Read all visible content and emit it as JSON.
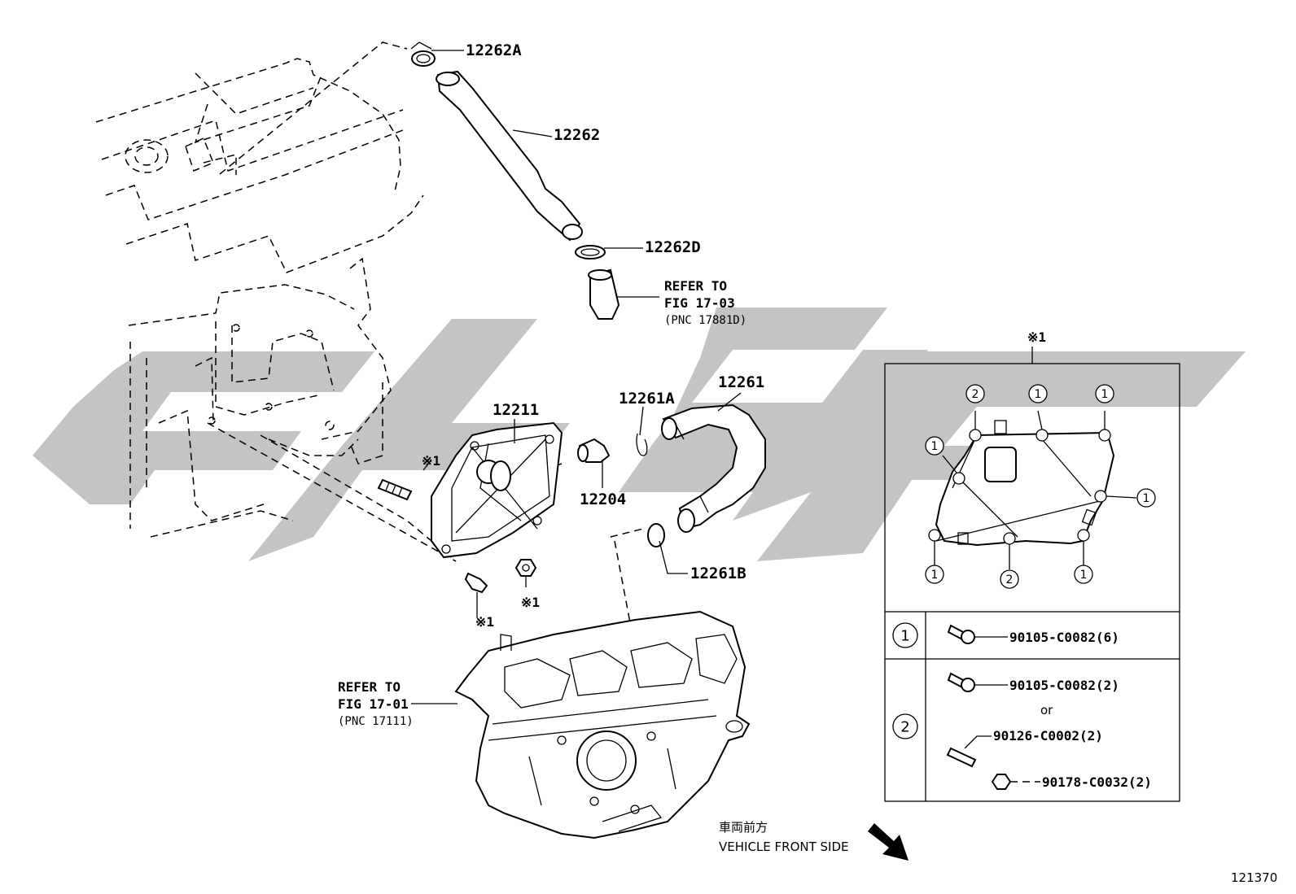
{
  "parts": {
    "p12262A": "12262A",
    "p12262": "12262",
    "p12262D": "12262D",
    "p12261": "12261",
    "p12261A": "12261A",
    "p12211": "12211",
    "p12204": "12204",
    "p12261B": "12261B"
  },
  "refer_top": {
    "line1": "REFER TO",
    "line2": "FIG 17-03",
    "line3": "(PNC 17881D)"
  },
  "refer_bottom": {
    "line1": "REFER TO",
    "line2": "FIG 17-01",
    "line3": "(PNC 17111)"
  },
  "marks": {
    "note": "※1",
    "c1": "1",
    "c2": "2"
  },
  "legend": {
    "item1_part": "90105-C0082(6)",
    "item2_part_a": "90105-C0082(2)",
    "or": "or",
    "item2_part_b": "90126-C0002(2)",
    "item2_part_c": "90178-C0032(2)"
  },
  "direction": {
    "jp": "車両前方",
    "en": "VEHICLE FRONT SIDE"
  },
  "diagram_id": "121370",
  "colors": {
    "watermark": "#c4c4c4",
    "line": "#000000"
  }
}
